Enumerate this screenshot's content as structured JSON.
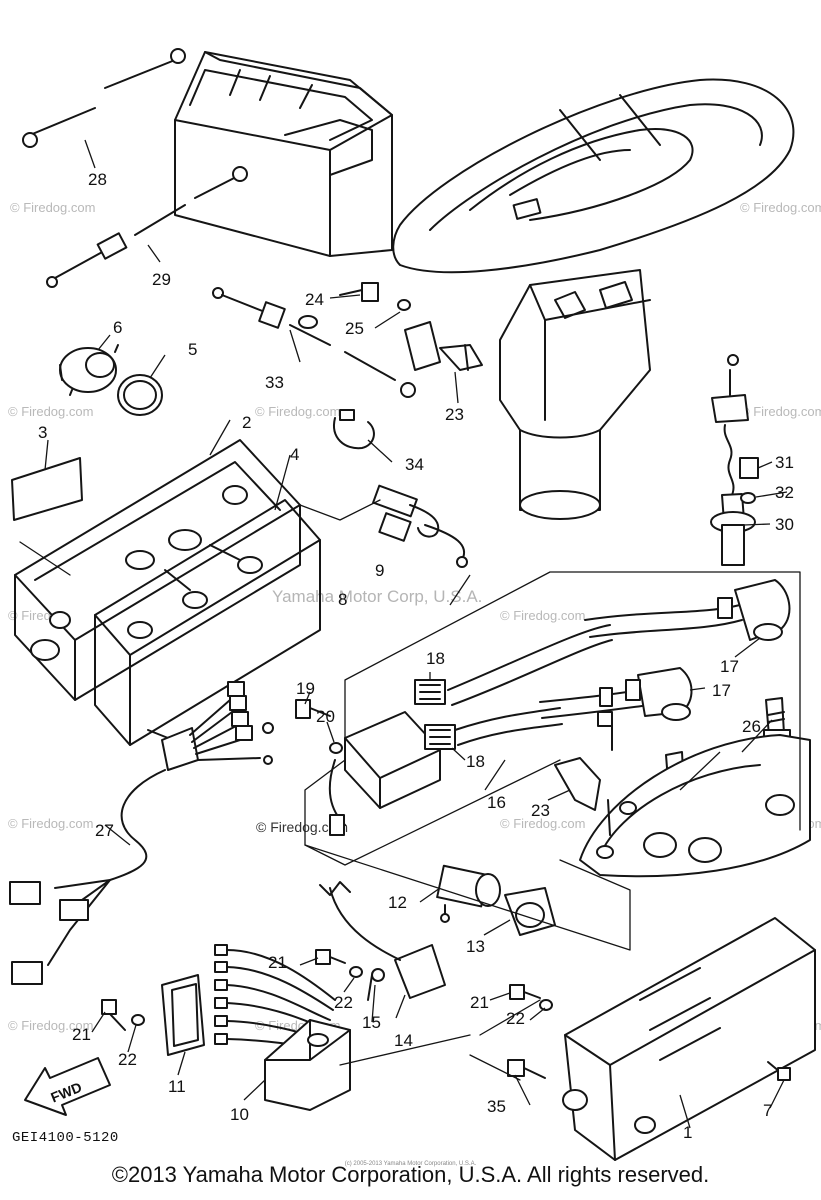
{
  "watermarks": [
    "© Firedog.com",
    "Yamaha Motor Corp, U.S.A."
  ],
  "callouts": {
    "n1": "1",
    "n2": "2",
    "n3": "3",
    "n4": "4",
    "n5": "5",
    "n6": "6",
    "n7": "7",
    "n8": "8",
    "n9": "9",
    "n10": "10",
    "n11": "11",
    "n12": "12",
    "n13": "13",
    "n14": "14",
    "n15": "15",
    "n16": "16",
    "n17": "17",
    "n18": "18",
    "n19": "19",
    "n20": "20",
    "n21": "21",
    "n22": "22",
    "n23": "23",
    "n24": "24",
    "n25": "25",
    "n26": "26",
    "n27": "27",
    "n28": "28",
    "n29": "29",
    "n30": "30",
    "n31": "31",
    "n32": "32",
    "n33": "33",
    "n34": "34",
    "n35": "35"
  },
  "fwd_label": "FWD",
  "diagram_code": "GEI4100-5120",
  "copyright": "©2013 Yamaha Motor Corporation, U.S.A. All rights reserved.",
  "tiny_notice": "(c) 2005-2013 Yamaha Motor Corporation, U.S.A."
}
